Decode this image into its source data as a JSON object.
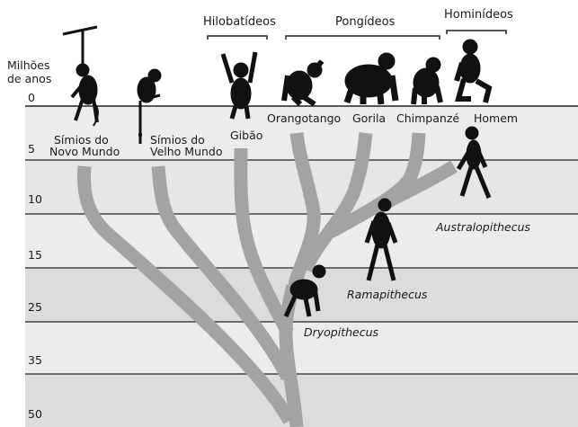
{
  "axis_title_line1": "Milhões",
  "axis_title_line2": "de anos",
  "time_ticks": [
    "0",
    "5",
    "10",
    "15",
    "25",
    "35",
    "50"
  ],
  "groups": {
    "hylobatids": "Hilobatídeos",
    "pongids": "Pongídeos",
    "hominids": "Hominídeos"
  },
  "taxa": {
    "new_world_1": "Símios do",
    "new_world_2": "Novo Mundo",
    "old_world_1": "Símios do",
    "old_world_2": "Velho Mundo",
    "gibbon": "Gibão",
    "orangutan": "Orangotango",
    "gorilla": "Gorila",
    "chimpanzee": "Chimpanzé",
    "human": "Homem"
  },
  "fossils": {
    "australopithecus": "Australopithecus",
    "ramapithecus": "Ramapithecus",
    "dryopithecus": "Dryopithecus"
  },
  "colors": {
    "band_light": "#ececec",
    "band_dark": "#dcdcdc",
    "branch": "#a3a3a3",
    "silhouette": "#111111"
  }
}
